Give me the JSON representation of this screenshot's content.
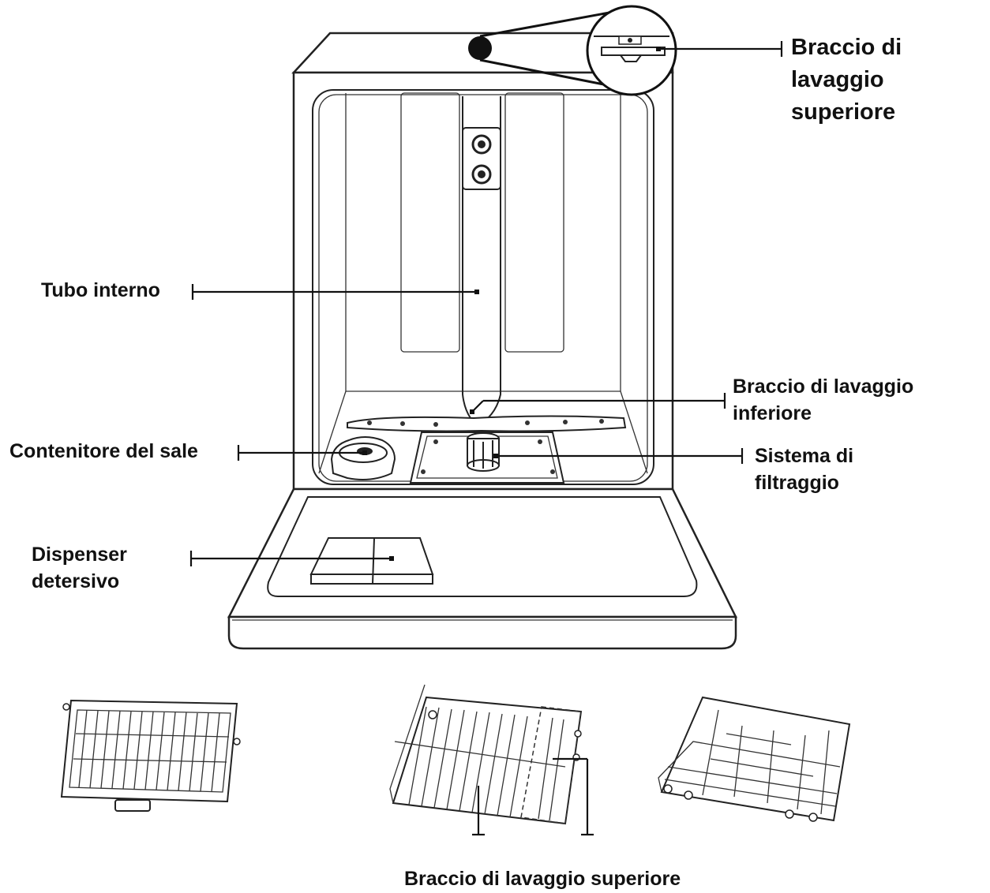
{
  "labels": {
    "upper_arm_top": [
      "Braccio di",
      "lavaggio",
      "superiore"
    ],
    "inner_tube": "Tubo interno",
    "lower_arm": [
      "Braccio di lavaggio",
      "inferiore"
    ],
    "salt_container": "Contenitore del sale",
    "filter_system": [
      "Sistema di",
      "filtraggio"
    ],
    "detergent_dispenser": [
      "Dispenser",
      "detersivo"
    ],
    "upper_arm_bottom": "Braccio di lavaggio superiore"
  }
}
